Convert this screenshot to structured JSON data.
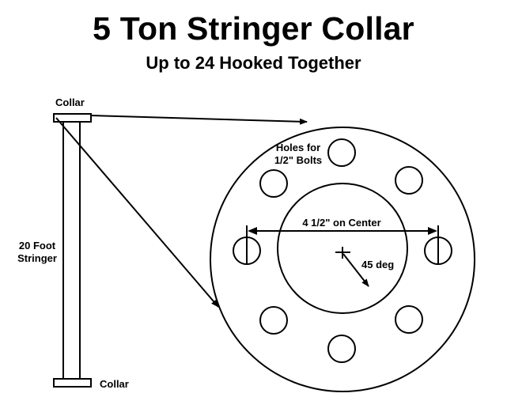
{
  "title": "5 Ton Stringer Collar",
  "subtitle": "Up to 24 Hooked Together",
  "labels": {
    "collar_top": "Collar",
    "collar_bottom": "Collar",
    "stringer_line1": "20 Foot",
    "stringer_line2": "Stringer",
    "holes_line1": "Holes for",
    "holes_line2": "1/2\" Bolts",
    "on_center": "4 1/2\" on Center",
    "angle": "45 deg"
  },
  "colors": {
    "ink": "#000000",
    "paper": "#ffffff"
  }
}
